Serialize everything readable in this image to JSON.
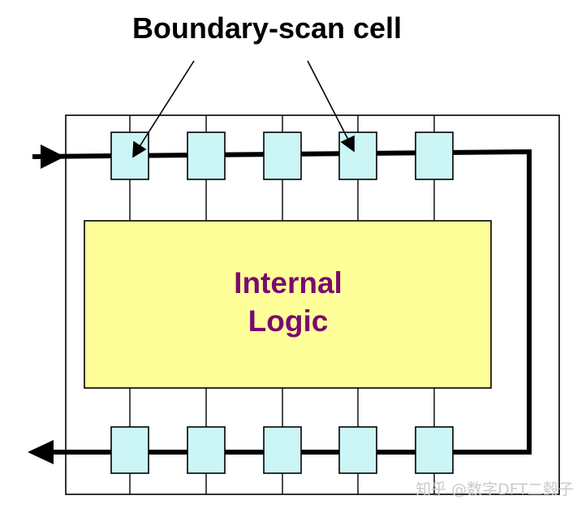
{
  "title": "Boundary-scan cell",
  "internal_logic": {
    "line1": "Internal",
    "line2": "Logic"
  },
  "watermark": "知乎 @数字DFT二毂子",
  "colors": {
    "cell_fill": "#ccf5f5",
    "logic_fill": "#ffff99",
    "logic_text": "#7a0a6f",
    "line": "#000000",
    "watermark": "#c9c9c9"
  },
  "counts": {
    "top_cells": 5,
    "bottom_cells": 5
  }
}
